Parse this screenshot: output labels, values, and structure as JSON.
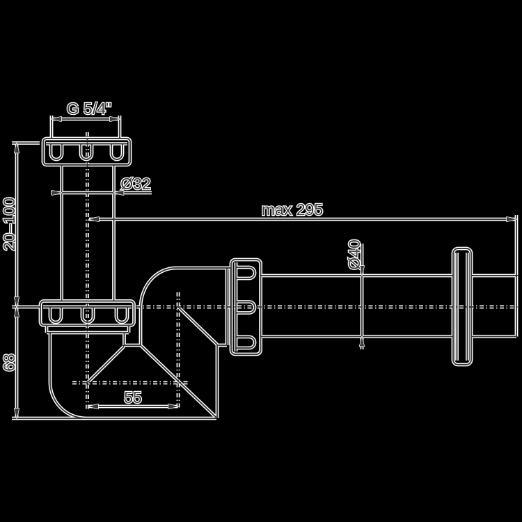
{
  "drawing": {
    "labels": {
      "thread": "G 5/4\"",
      "inlet_diameter": "Ø32",
      "max_length": "max 295",
      "outlet_diameter": "Ø40",
      "height_range": "20–100",
      "depth_below_axis": "68",
      "cone_offset": "55"
    },
    "colors": {
      "background": "#000000",
      "ink": "#3b3b3b",
      "halo": "#ffffff"
    }
  }
}
